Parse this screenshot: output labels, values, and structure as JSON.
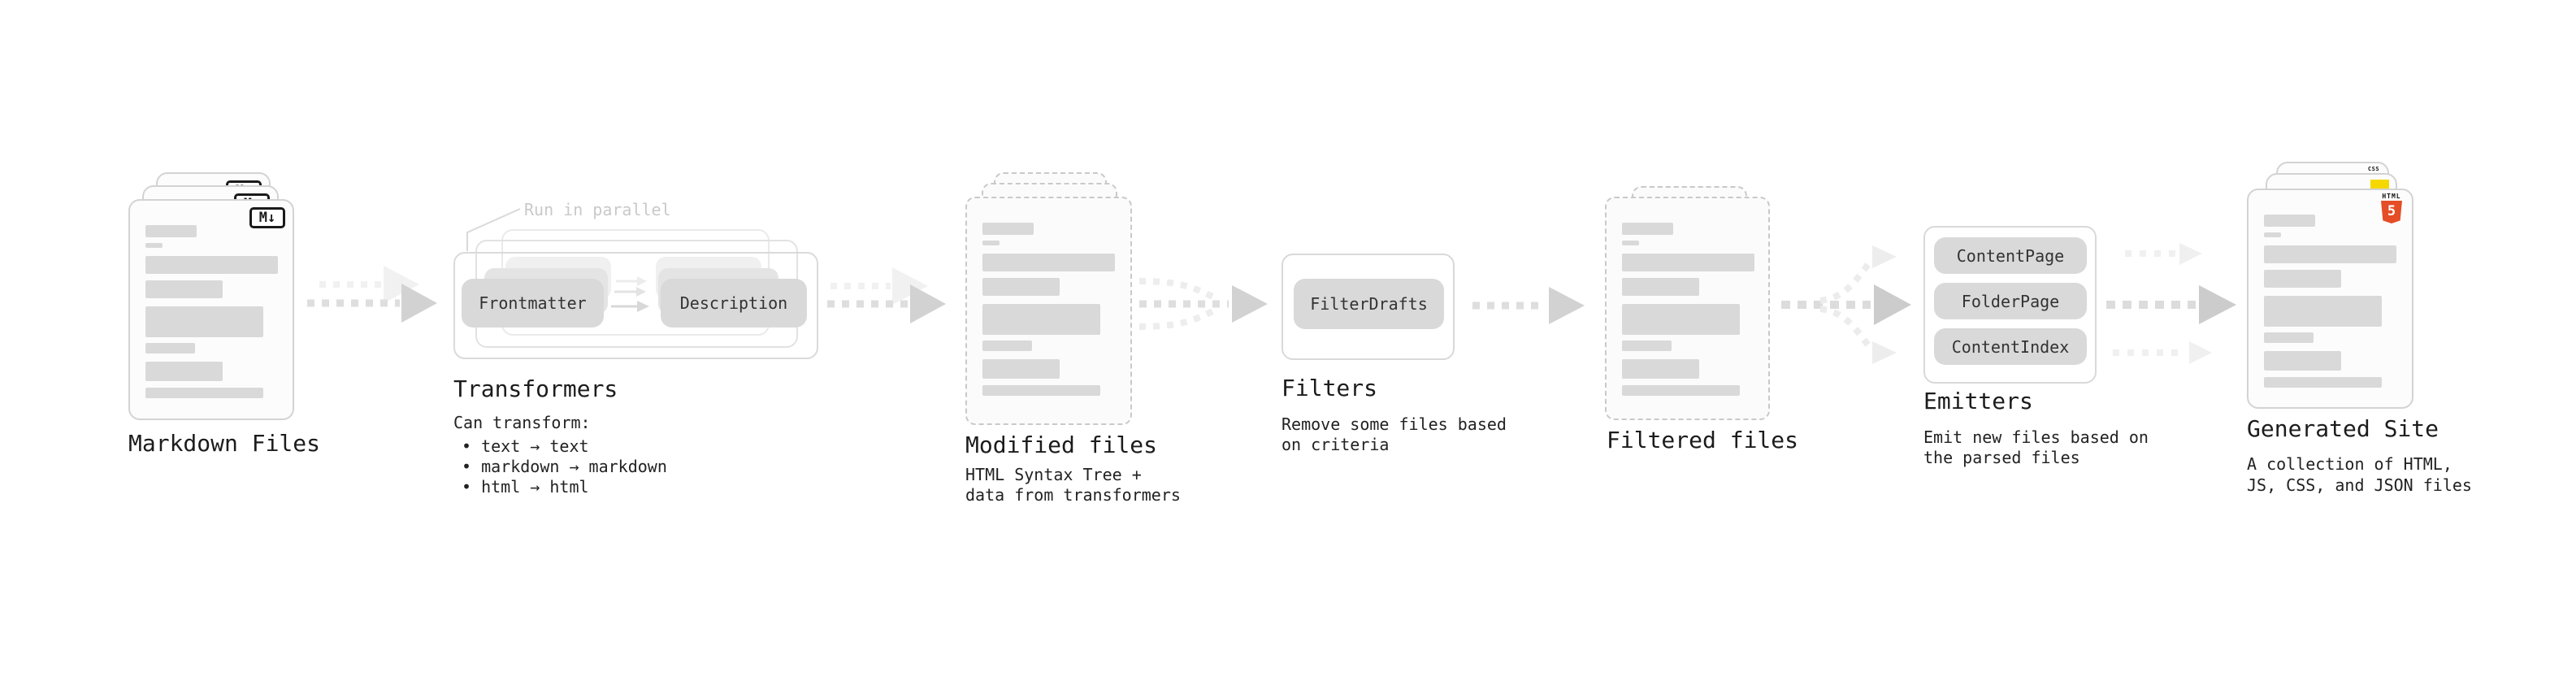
{
  "stages": {
    "markdown": {
      "title": "Markdown Files"
    },
    "transformers": {
      "annotation": "Run in parallel",
      "pills": [
        "Frontmatter",
        "Description"
      ],
      "title": "Transformers",
      "desc_intro": "Can transform:",
      "bullets": [
        "• text → text",
        "• markdown → markdown",
        "• html → html"
      ]
    },
    "modified": {
      "title": "Modified files",
      "desc": [
        "HTML Syntax Tree +",
        "data from transformers"
      ]
    },
    "filters": {
      "title": "Filters",
      "pill": "FilterDrafts",
      "desc": [
        "Remove some files based",
        "on criteria"
      ]
    },
    "filtered": {
      "title": "Filtered files"
    },
    "emitters": {
      "title": "Emitters",
      "pills": [
        "ContentPage",
        "FolderPage",
        "ContentIndex"
      ],
      "desc": [
        "Emit new files based on",
        "the parsed files"
      ]
    },
    "generated": {
      "title": "Generated Site",
      "desc": [
        "A collection of HTML,",
        "JS, CSS, and JSON files"
      ]
    }
  },
  "badges": {
    "markdown": "M↓",
    "html5_label": "HTML",
    "html5_number": "5",
    "css_label": "CSS"
  },
  "colors": {
    "html5_orange": "#e44d26",
    "js_yellow": "#f5d800",
    "css_blue": "#2f6fe4",
    "placeholder_gray": "#d9d9d9",
    "arrow_gray": "#d2d2d2"
  }
}
